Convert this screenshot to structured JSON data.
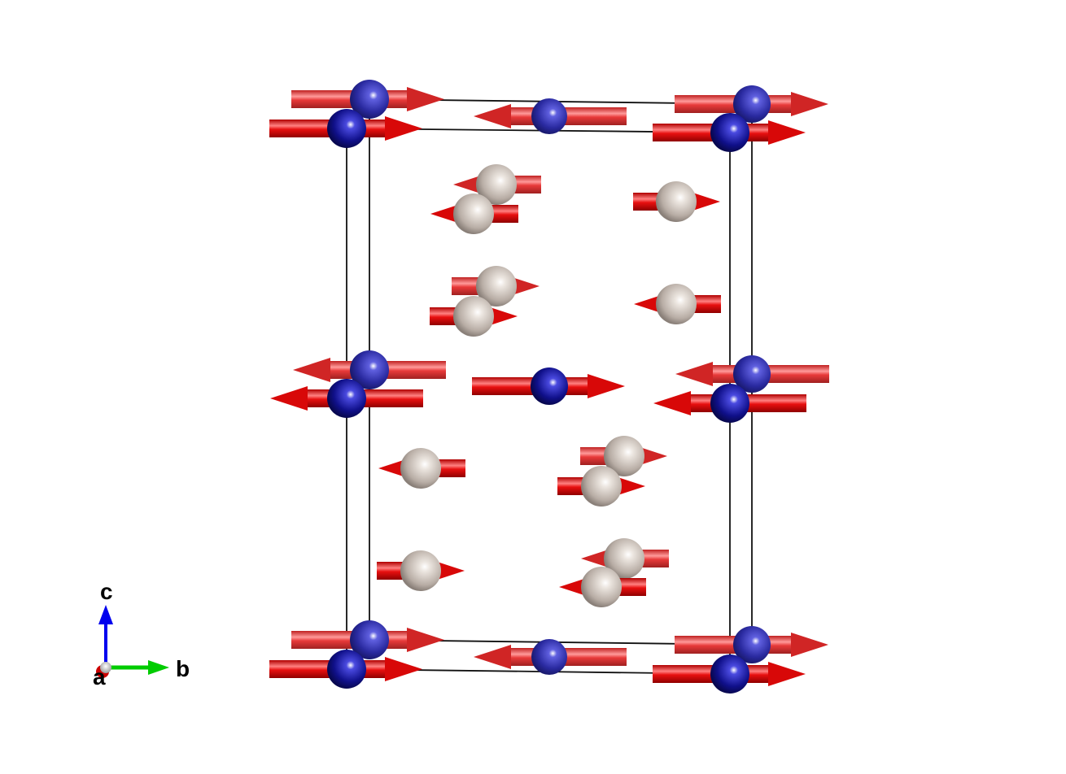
{
  "structure": {
    "atom_types": [
      {
        "name": "blue-atom",
        "color": "#1a1a9a"
      },
      {
        "name": "white-atom",
        "color": "#cfc5bd"
      }
    ],
    "spin_arrow_color": "#e01010",
    "cell_line_color": "#000000"
  },
  "axes": {
    "a_label": "a",
    "b_label": "b",
    "c_label": "c",
    "a_color": "#cc0000",
    "b_color": "#00cc00",
    "c_color": "#0000ee"
  }
}
